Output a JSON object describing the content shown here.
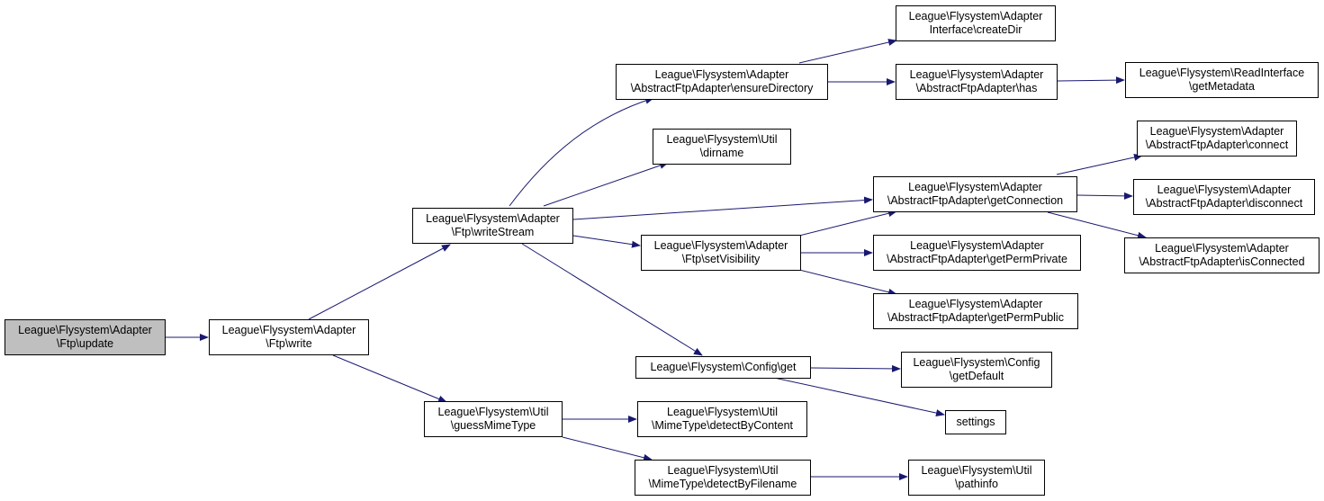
{
  "colors": {
    "edge": "#191970",
    "root_fill": "#bfbfbf",
    "node_fill": "#ffffff",
    "border": "#000000"
  },
  "nodes": {
    "update": {
      "line1": "League\\Flysystem\\Adapter",
      "line2": "\\Ftp\\update"
    },
    "write": {
      "line1": "League\\Flysystem\\Adapter",
      "line2": "\\Ftp\\write"
    },
    "writeStream": {
      "line1": "League\\Flysystem\\Adapter",
      "line2": "\\Ftp\\writeStream"
    },
    "guessMimeType": {
      "line1": "League\\Flysystem\\Util",
      "line2": "\\guessMimeType"
    },
    "ensureDirectory": {
      "line1": "League\\Flysystem\\Adapter",
      "line2": "\\AbstractFtpAdapter\\ensureDirectory"
    },
    "dirname": {
      "line1": "League\\Flysystem\\Util",
      "line2": "\\dirname"
    },
    "setVisibility": {
      "line1": "League\\Flysystem\\Adapter",
      "line2": "\\Ftp\\setVisibility"
    },
    "configGet": {
      "line1": "League\\Flysystem\\Config\\get",
      "line2": ""
    },
    "detectByContent": {
      "line1": "League\\Flysystem\\Util",
      "line2": "\\MimeType\\detectByContent"
    },
    "detectByFilename": {
      "line1": "League\\Flysystem\\Util",
      "line2": "\\MimeType\\detectByFilename"
    },
    "createDir": {
      "line1": "League\\Flysystem\\Adapter",
      "line2": "Interface\\createDir"
    },
    "has": {
      "line1": "League\\Flysystem\\Adapter",
      "line2": "\\AbstractFtpAdapter\\has"
    },
    "getConnection": {
      "line1": "League\\Flysystem\\Adapter",
      "line2": "\\AbstractFtpAdapter\\getConnection"
    },
    "getPermPrivate": {
      "line1": "League\\Flysystem\\Adapter",
      "line2": "\\AbstractFtpAdapter\\getPermPrivate"
    },
    "getPermPublic": {
      "line1": "League\\Flysystem\\Adapter",
      "line2": "\\AbstractFtpAdapter\\getPermPublic"
    },
    "getDefault": {
      "line1": "League\\Flysystem\\Config",
      "line2": "\\getDefault"
    },
    "settings": {
      "line1": "settings",
      "line2": ""
    },
    "pathinfo": {
      "line1": "League\\Flysystem\\Util",
      "line2": "\\pathinfo"
    },
    "getMetadata": {
      "line1": "League\\Flysystem\\ReadInterface",
      "line2": "\\getMetadata"
    },
    "connect": {
      "line1": "League\\Flysystem\\Adapter",
      "line2": "\\AbstractFtpAdapter\\connect"
    },
    "disconnect": {
      "line1": "League\\Flysystem\\Adapter",
      "line2": "\\AbstractFtpAdapter\\disconnect"
    },
    "isConnected": {
      "line1": "League\\Flysystem\\Adapter",
      "line2": "\\AbstractFtpAdapter\\isConnected"
    }
  }
}
